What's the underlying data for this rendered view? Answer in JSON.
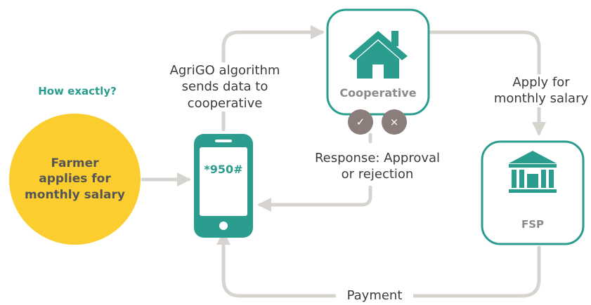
{
  "question": "How exactly?",
  "farmer": {
    "lines": [
      "Farmer",
      "applies for",
      "monthly salary"
    ]
  },
  "phone": {
    "code": "*950#"
  },
  "cooperative": {
    "label": "Cooperative",
    "approve_symbol": "✓",
    "reject_symbol": "×"
  },
  "fsp": {
    "label": "FSP"
  },
  "edges": {
    "to_cooperative": [
      "AgriGO algorithm",
      "sends data to",
      "cooperative"
    ],
    "to_fsp": [
      "Apply for",
      "monthly salary"
    ],
    "response": [
      "Response: Approval",
      "or rejection"
    ],
    "payment": "Payment"
  },
  "icons": {
    "cooperative": "house-icon",
    "fsp": "bank-icon",
    "phone": "smartphone-icon",
    "approve": "check-icon",
    "reject": "close-icon"
  },
  "colors": {
    "teal": "#2a9d8f",
    "yellow": "#fccd2e",
    "connector": "#d7d4d0",
    "chip": "#8a7e7b"
  }
}
